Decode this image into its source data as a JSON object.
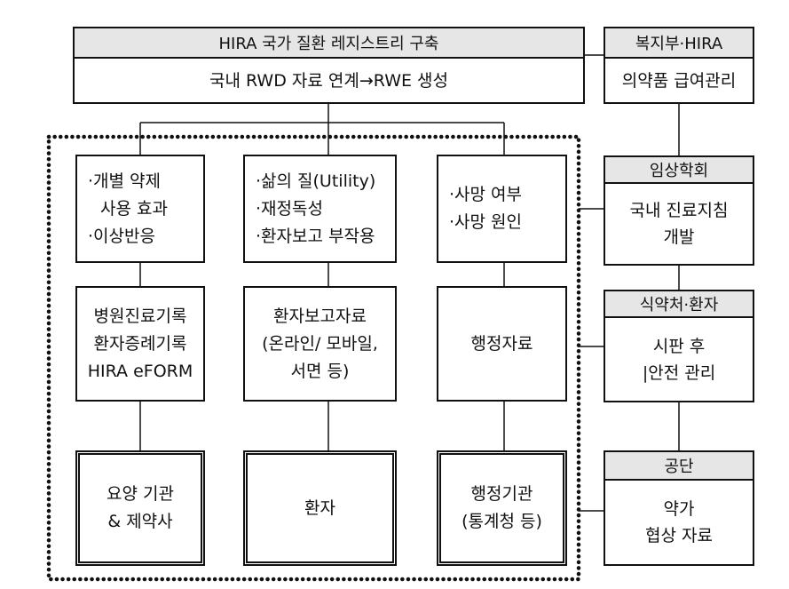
{
  "top": {
    "title": "HIRA 국가 질환 레지스트리 구축",
    "subtitle": "국내 RWD 자료 연계→RWE 생성"
  },
  "columns": [
    {
      "outcomes": [
        "·개별 약제",
        "사용 효과",
        "·이상반응"
      ],
      "data": [
        "병원진료기록",
        "환자증례기록",
        "HIRA eFORM"
      ],
      "source": [
        "요양 기관",
        "& 제약사"
      ]
    },
    {
      "outcomes": [
        "·삶의 질(Utility)",
        "·재정독성",
        "·환자보고 부작용"
      ],
      "data": [
        "환자보고자료",
        "(온라인/ 모바일,",
        "서면 등)"
      ],
      "source": [
        "환자"
      ]
    },
    {
      "outcomes": [
        "·사망 여부",
        "·사망 원인"
      ],
      "data": [
        "행정자료"
      ],
      "source": [
        "행정기관",
        "(통계청 등)"
      ]
    }
  ],
  "right": [
    {
      "header": "복지부·HIRA",
      "body": [
        "의약품 급여관리"
      ]
    },
    {
      "header": "임상학회",
      "body": [
        "국내 진료지침",
        "개발"
      ]
    },
    {
      "header": "식약처·환자",
      "body": [
        "시판 후",
        "|안전 관리"
      ]
    },
    {
      "header": "공단",
      "body": [
        "약가",
        "협상 자료"
      ]
    }
  ]
}
